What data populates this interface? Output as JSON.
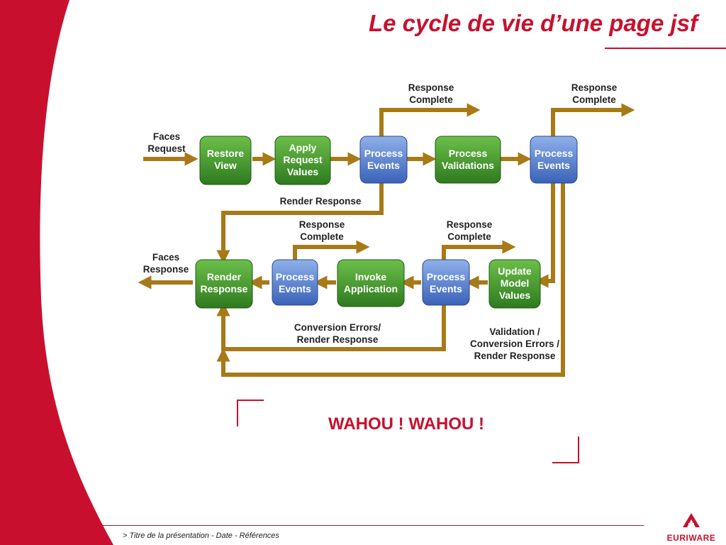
{
  "slide": {
    "title": "Le cycle de vie d’une page jsf",
    "exclamation": "WAHOU ! WAHOU !",
    "footer": "> Titre de la présentation - Date - Références",
    "logo_text": "EURIWARE",
    "brand_color": "#c8102e"
  },
  "diagram": {
    "colors": {
      "green_box": "#3f8f2a",
      "blue_box": "#4a78c8",
      "arrow": "#a77a17"
    },
    "inputs": {
      "faces_request": [
        "Faces",
        "Request"
      ],
      "faces_response": [
        "Faces",
        "Response"
      ]
    },
    "boxes": {
      "restore_view": [
        "Restore",
        "View"
      ],
      "apply_request_values": [
        "Apply",
        "Request",
        "Values"
      ],
      "process_events_1": [
        "Process",
        "Events"
      ],
      "process_validations": [
        "Process",
        "Validations"
      ],
      "process_events_2": [
        "Process",
        "Events"
      ],
      "update_model_values": [
        "Update",
        "Model",
        "Values"
      ],
      "process_events_3": [
        "Process",
        "Events"
      ],
      "invoke_application": [
        "Invoke",
        "Application"
      ],
      "process_events_4": [
        "Process",
        "Events"
      ],
      "render_response": [
        "Render",
        "Response"
      ]
    },
    "labels": {
      "response_complete_1": [
        "Response",
        "Complete"
      ],
      "response_complete_2": [
        "Response",
        "Complete"
      ],
      "response_complete_3": [
        "Response",
        "Complete"
      ],
      "response_complete_4": [
        "Response",
        "Complete"
      ],
      "render_response_path": "Render Response",
      "conversion_errors": [
        "Conversion Errors/",
        "Render Response"
      ],
      "validation_errors": [
        "Validation /",
        "Conversion Errors /",
        "Render Response"
      ]
    }
  }
}
